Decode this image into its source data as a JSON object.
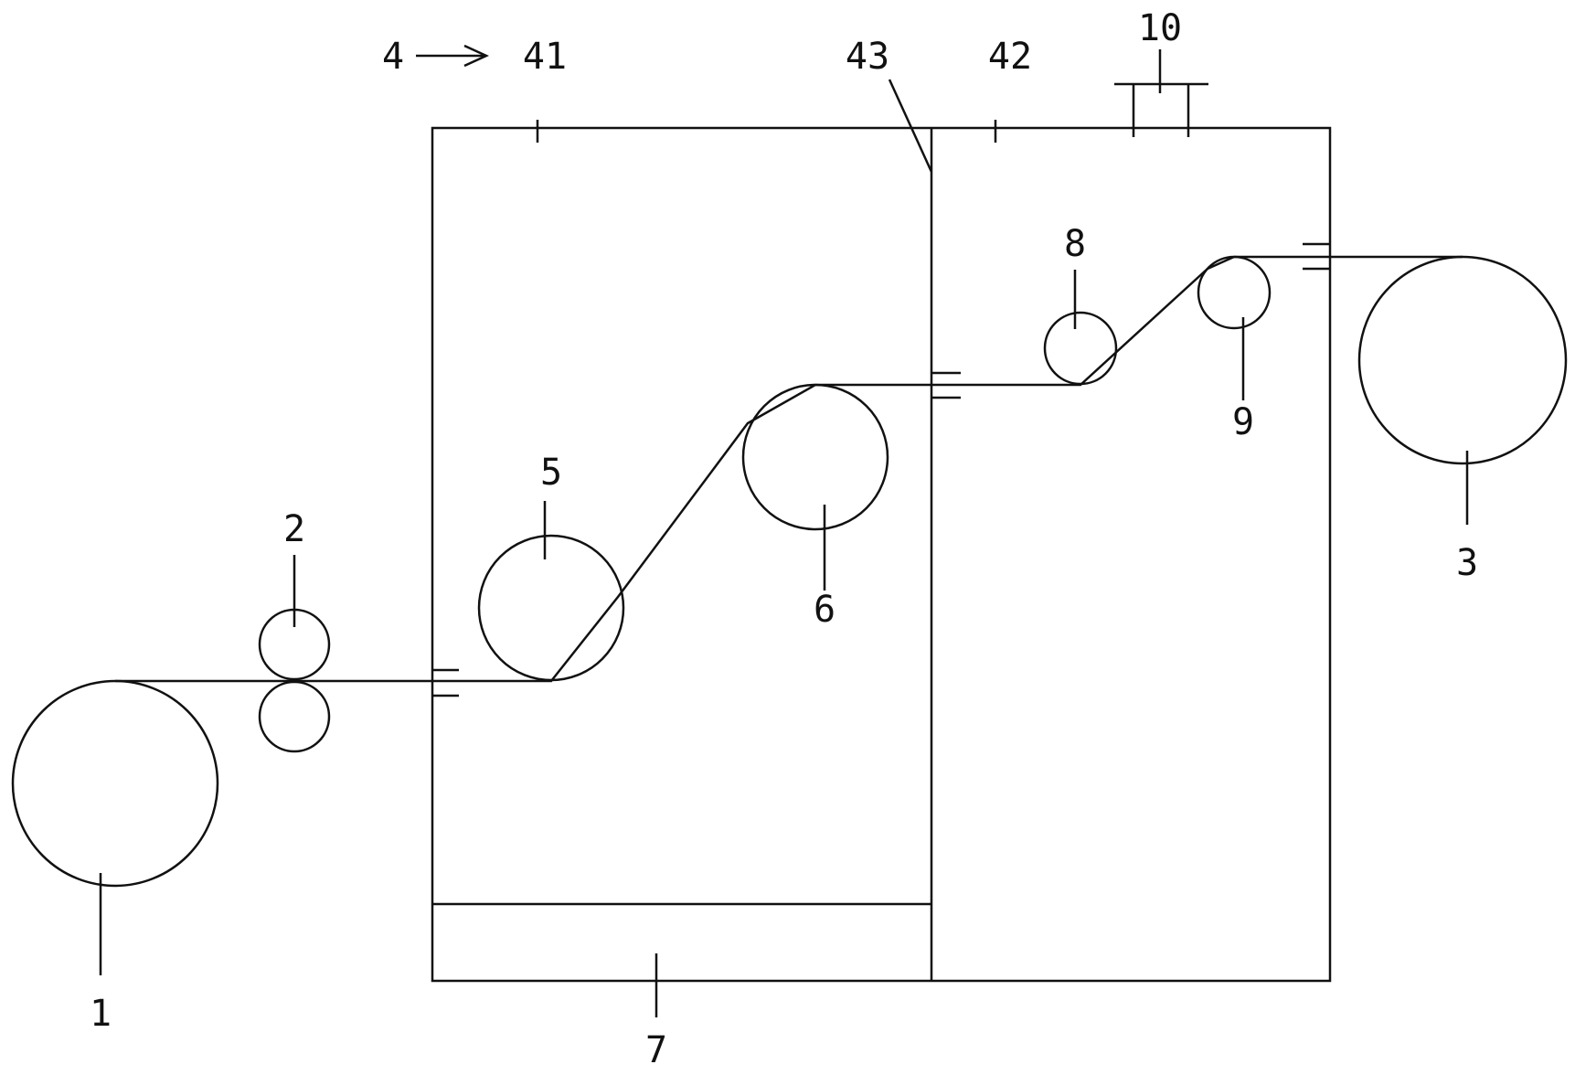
{
  "labels": {
    "l1": "1",
    "l2": "2",
    "l3": "3",
    "l4": "4",
    "l41": "41",
    "l42": "42",
    "l43": "43",
    "l5": "5",
    "l6": "6",
    "l7": "7",
    "l8": "8",
    "l9": "9",
    "l10": "10"
  },
  "colors": {
    "line": "#111111",
    "background": "#ffffff"
  }
}
